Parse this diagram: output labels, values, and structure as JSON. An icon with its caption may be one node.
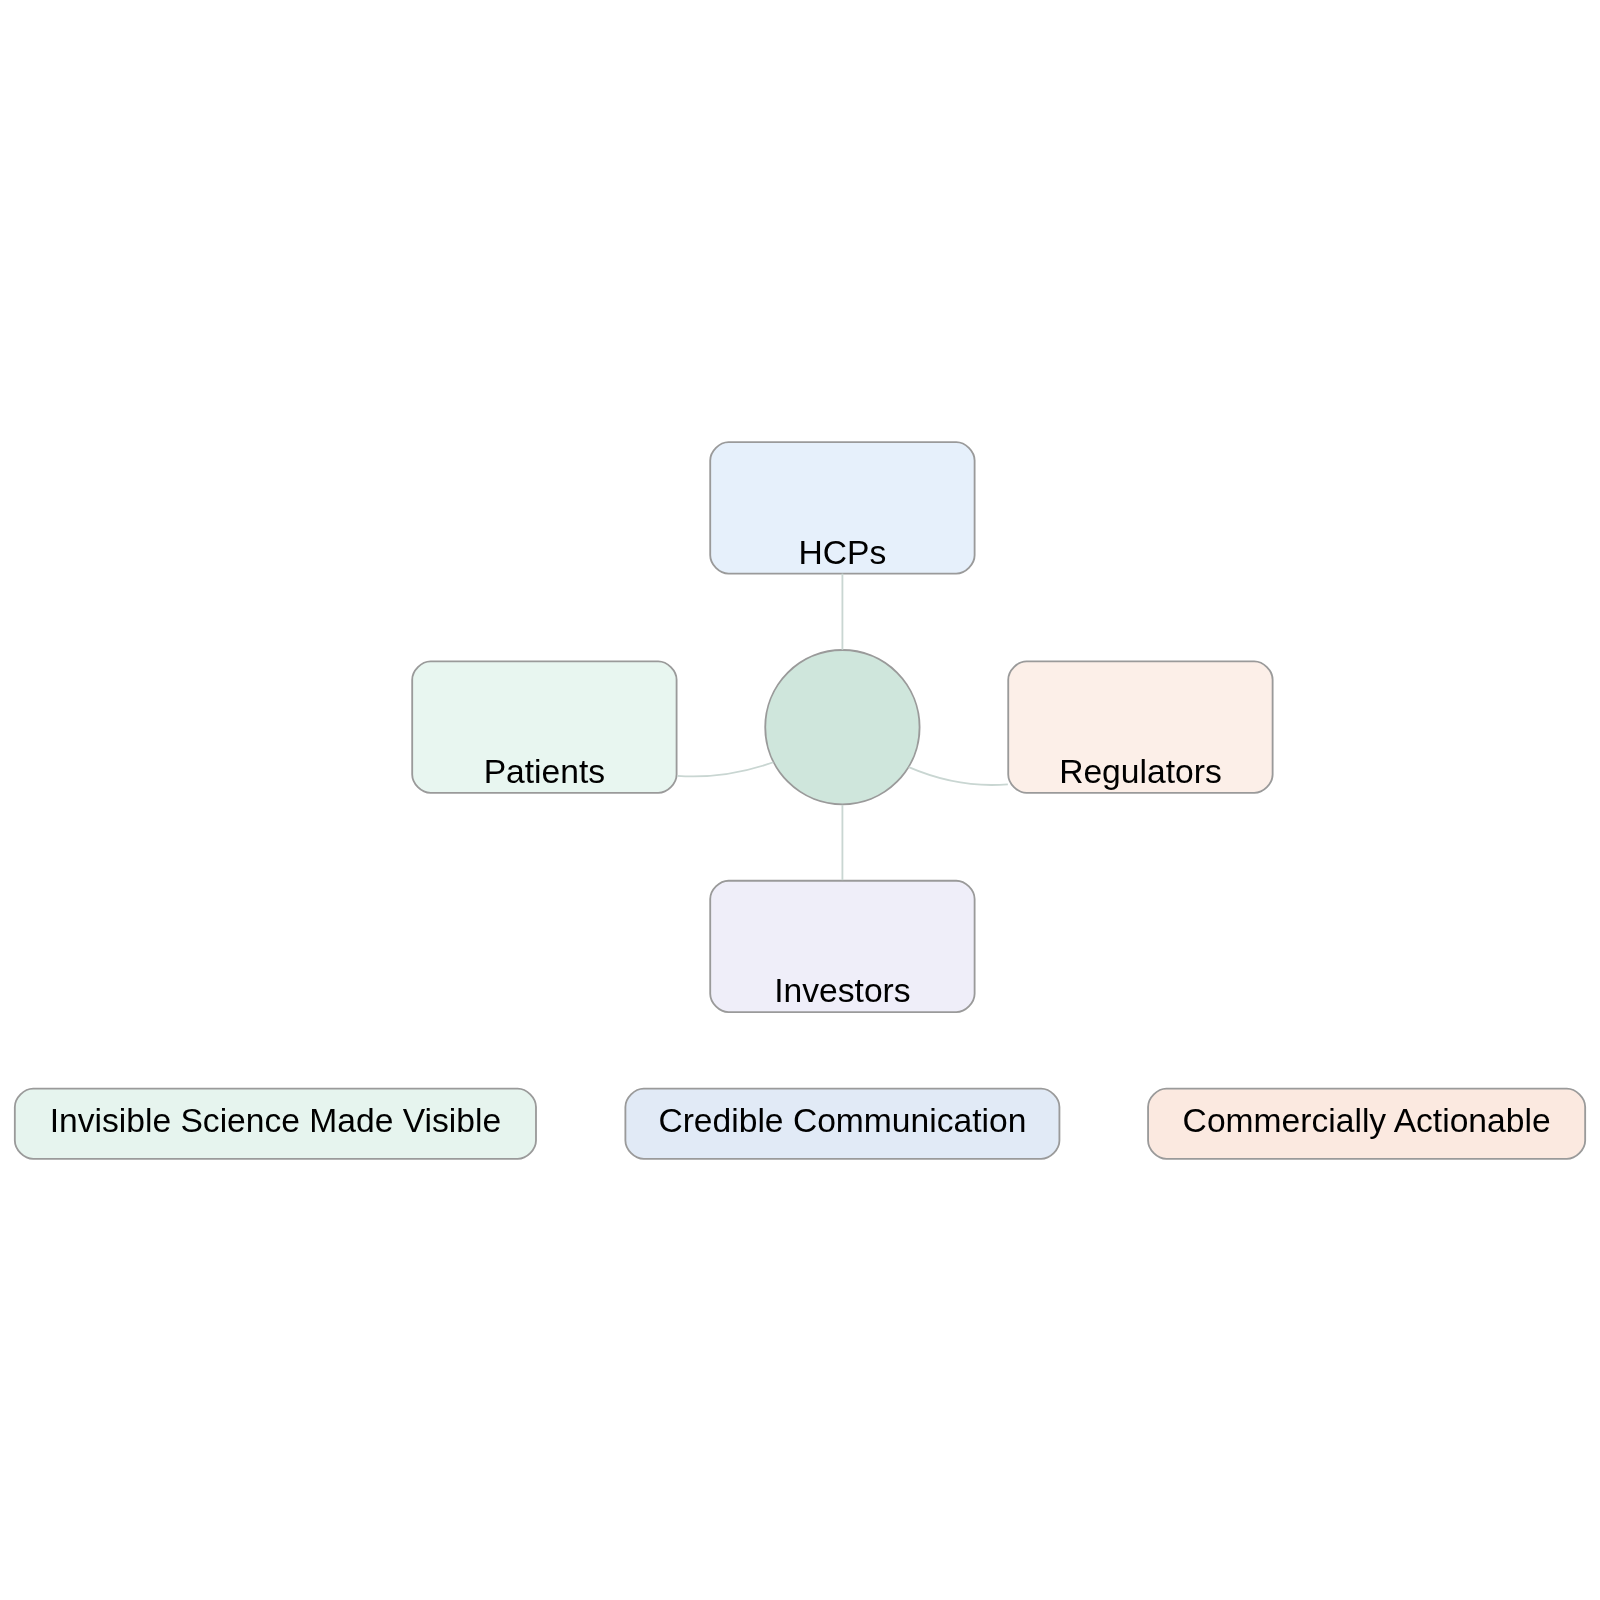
{
  "diagram": {
    "nodes": [
      {
        "text": [
          "HCPs"
        ]
      },
      {
        "text": [
          "Patients"
        ]
      },
      {
        "text": [],
        "shape": "circle"
      },
      {
        "text": [
          "Regulators"
        ]
      },
      {
        "text": [
          "Investors"
        ]
      },
      {
        "text": [
          "Invisible Science Made Visible"
        ]
      },
      {
        "text": [
          "Credible Communication"
        ]
      },
      {
        "text": [
          "Commercially Actionable"
        ]
      }
    ],
    "edges": [
      {
        "from": 0,
        "to": 2,
        "arrow": "none"
      },
      {
        "from": 1,
        "to": 2,
        "arrow": "none"
      },
      {
        "from": 2,
        "to": 3,
        "arrow": "none"
      },
      {
        "from": 2,
        "to": 4,
        "arrow": "none"
      }
    ]
  }
}
